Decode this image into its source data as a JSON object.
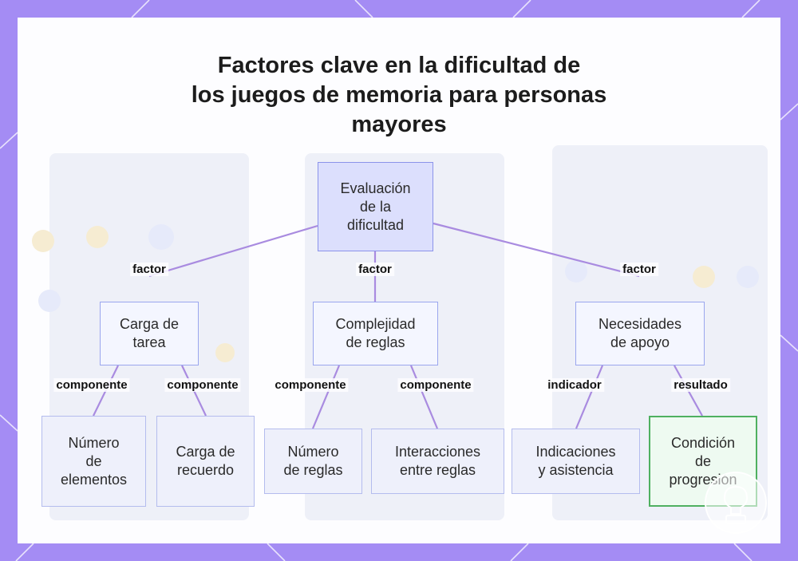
{
  "title": "Factores clave en la dificultad de\nlos juegos de memoria para personas\nmayores",
  "diagram": {
    "root": {
      "label": "Evaluación\nde la\ndificultad"
    },
    "factors": [
      {
        "edge_label": "factor",
        "label": "Carga de\ntarea",
        "children": [
          {
            "edge_label": "componente",
            "label": "Número\nde\nelementos"
          },
          {
            "edge_label": "componente",
            "label": "Carga de\nrecuerdo"
          }
        ]
      },
      {
        "edge_label": "factor",
        "label": "Complejidad\nde reglas",
        "children": [
          {
            "edge_label": "componente",
            "label": "Número\nde reglas"
          },
          {
            "edge_label": "componente",
            "label": "Interacciones\nentre reglas"
          }
        ]
      },
      {
        "edge_label": "factor",
        "label": "Necesidades\nde apoyo",
        "children": [
          {
            "edge_label": "indicador",
            "label": "Indicaciones\ny asistencia"
          },
          {
            "edge_label": "resultado",
            "label": "Condición\nde\nprogresión"
          }
        ]
      }
    ]
  },
  "colors": {
    "frame": "#a48cf4",
    "edge": "#a98be0",
    "node_fill": "#f4f6ff",
    "root_fill": "#dcdffd",
    "result_border": "#4fb060"
  }
}
